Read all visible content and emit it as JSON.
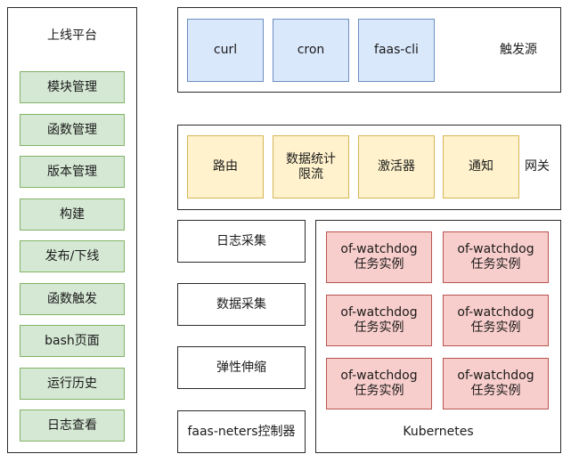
{
  "platform": {
    "title": "上线平台",
    "items": [
      "模块管理",
      "函数管理",
      "版本管理",
      "构建",
      "发布/下线",
      "函数触发",
      "bash页面",
      "运行历史",
      "日志查看"
    ]
  },
  "triggers": {
    "label": "触发源",
    "items": [
      "curl",
      "cron",
      "faas-cli"
    ]
  },
  "gateway": {
    "label": "网关",
    "items": [
      "路由",
      "数据统计\n限流",
      "激活器",
      "通知"
    ]
  },
  "services": [
    "日志采集",
    "数据采集",
    "弹性伸缩",
    "faas-neters控制器"
  ],
  "kubernetes": {
    "label": "Kubernetes",
    "instances": [
      "of-watchdog\n任务实例",
      "of-watchdog\n任务实例",
      "of-watchdog\n任务实例",
      "of-watchdog\n任务实例",
      "of-watchdog\n任务实例",
      "of-watchdog\n任务实例"
    ]
  },
  "colors": {
    "green_fill": "#d5e8d4",
    "green_stroke": "#82b366",
    "blue_fill": "#dae8fc",
    "blue_stroke": "#6c8ebf",
    "yellow_fill": "#fff2cc",
    "yellow_stroke": "#d6b656",
    "red_fill": "#f8cecc",
    "red_stroke": "#b85450"
  }
}
